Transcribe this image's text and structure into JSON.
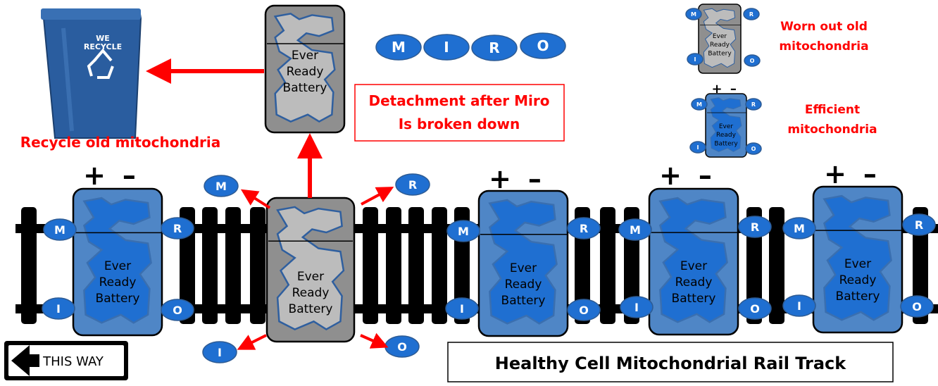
{
  "colors": {
    "accent_red": "#ff0000",
    "battery_blue": "#1f6fd1",
    "battery_blue_light": "#4f86c6",
    "battery_gray": "#8f8f8f",
    "battery_gray_light": "#bcbcbc",
    "track": "#000000",
    "bin_blue": "#2a5d9f"
  },
  "battery": {
    "line1": "Ever",
    "line2": "Ready",
    "line3": "Battery",
    "plus": "+",
    "minus": "–"
  },
  "miro": {
    "m": "M",
    "i": "I",
    "r": "R",
    "o": "O"
  },
  "bin": {
    "line1": "WE",
    "line2": "RECYCLE",
    "icon": "recycle-icon"
  },
  "recycle_label": "Recycle old mitochondria",
  "detach_box": {
    "line1": "Detachment after Miro",
    "line2": "Is broken down"
  },
  "legend": {
    "worn_line1": "Worn out old",
    "worn_line2": "mitochondria",
    "efficient_line1": "Efficient",
    "efficient_line2": "mitochondria"
  },
  "sign": {
    "text": "THIS WAY",
    "icon": "left-arrow-icon"
  },
  "caption": "Healthy Cell Mitochondrial Rail Track"
}
